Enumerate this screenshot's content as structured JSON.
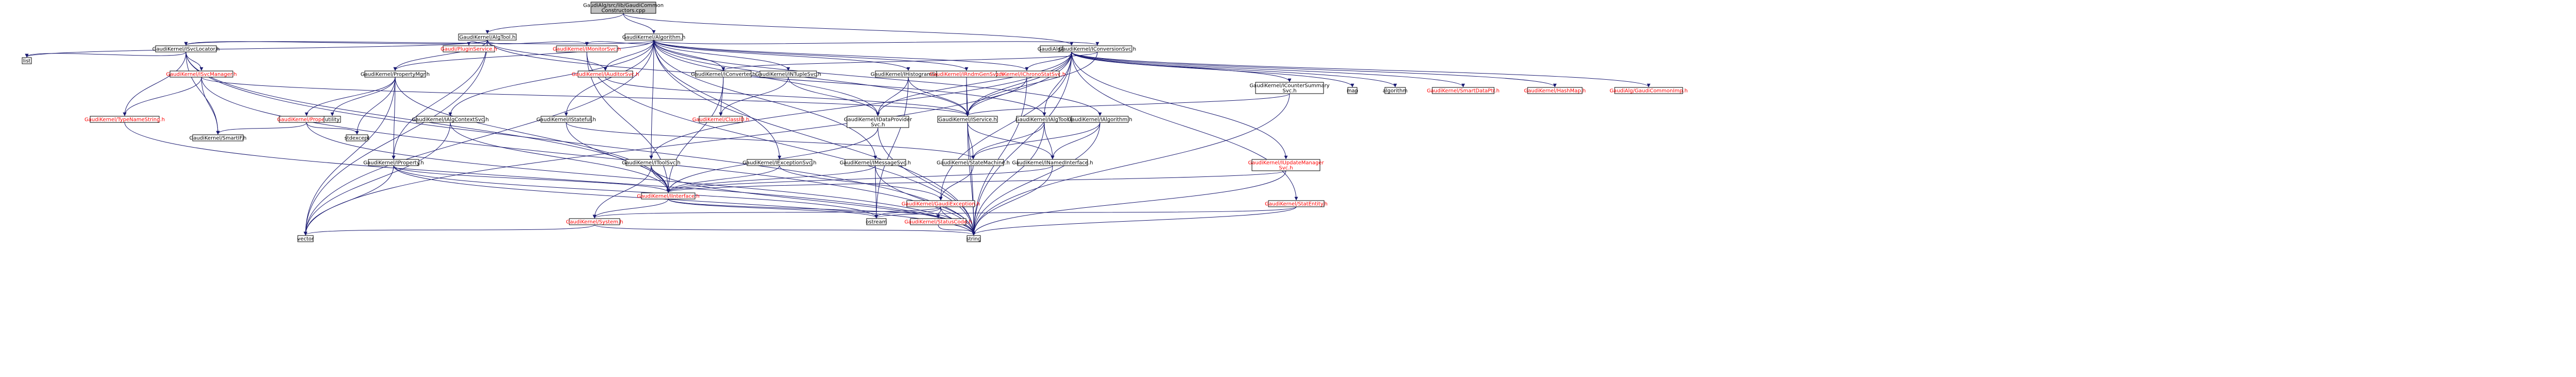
{
  "colors": {
    "root_fill": "#bfbfbf",
    "node_fill": "#ffffff",
    "node_border": "#000000",
    "edge": "#191970",
    "text_default": "#000000",
    "text_link": "#ff0000"
  },
  "diagram": {
    "type": "include-dependency-graph",
    "nodes": [
      {
        "id": "root",
        "lines": [
          "GaudiAlg/src/lib/GaudiCommon",
          "Constructors.cpp"
        ],
        "color": "root"
      },
      {
        "id": "algtool",
        "lines": [
          "GaudiKernel/AlgTool.h"
        ],
        "color": "default"
      },
      {
        "id": "algorithm",
        "lines": [
          "GaudiKernel/Algorithm.h"
        ],
        "color": "default"
      },
      {
        "id": "gaudicommon",
        "lines": [
          "GaudiAlg/GaudiCommon.h"
        ],
        "color": "default"
      },
      {
        "id": "isvclocator",
        "lines": [
          "GaudiKernel/ISvcLocator.h"
        ],
        "color": "default"
      },
      {
        "id": "ipluginservice",
        "lines": [
          "Gaudi/PluginService.h"
        ],
        "color": "link"
      },
      {
        "id": "imonitorsvc",
        "lines": [
          "GaudiKernel/IMonitorSvc.h"
        ],
        "color": "link"
      },
      {
        "id": "iconversionsvc",
        "lines": [
          "GaudiKernel/IConversionSvc.h"
        ],
        "color": "default"
      },
      {
        "id": "list",
        "lines": [
          "list"
        ],
        "color": "default"
      },
      {
        "id": "isvcmanager",
        "lines": [
          "GaudiKernel/ISvcManager.h"
        ],
        "color": "link"
      },
      {
        "id": "propertymgr",
        "lines": [
          "GaudiKernel/PropertyMgr.h"
        ],
        "color": "default"
      },
      {
        "id": "ihistosvc",
        "lines": [
          "GaudiKernel/IHistogramSvc.h"
        ],
        "color": "default"
      },
      {
        "id": "ichronostatsvc",
        "lines": [
          "GaudiKernel/IChronoStatSvc.h"
        ],
        "color": "link"
      },
      {
        "id": "inttuplesvc",
        "lines": [
          "GaudiKernel/INTupleSvc.h"
        ],
        "color": "default"
      },
      {
        "id": "iconverter",
        "lines": [
          "GaudiKernel/IConverter.h"
        ],
        "color": "default"
      },
      {
        "id": "iauditorsvc",
        "lines": [
          "GaudiKernel/IAuditorSvc.h"
        ],
        "color": "link"
      },
      {
        "id": "irndmgensvc",
        "lines": [
          "GaudiKernel/IRndmGenSvc.h"
        ],
        "color": "link"
      },
      {
        "id": "icountersummary",
        "lines": [
          "GaudiKernel/ICounterSummary",
          "Svc.h"
        ],
        "color": "default"
      },
      {
        "id": "map",
        "lines": [
          "map"
        ],
        "color": "default"
      },
      {
        "id": "stdalgorithm",
        "lines": [
          "algorithm"
        ],
        "color": "default"
      },
      {
        "id": "smartdataptr",
        "lines": [
          "GaudiKernel/SmartDataPtr.h"
        ],
        "color": "link"
      },
      {
        "id": "hashmap",
        "lines": [
          "GaudiKernel/HashMap.h"
        ],
        "color": "link"
      },
      {
        "id": "gaudicommonimp",
        "lines": [
          "GaudiAlg/GaudiCommonImp.h"
        ],
        "color": "link"
      },
      {
        "id": "typenamestring",
        "lines": [
          "GaudiKernel/TypeNameString.h"
        ],
        "color": "link"
      },
      {
        "id": "smartif",
        "lines": [
          "GaudiKernel/SmartIF.h"
        ],
        "color": "default"
      },
      {
        "id": "property_red",
        "lines": [
          "GaudiKernel/Property.h"
        ],
        "color": "link"
      },
      {
        "id": "utility",
        "lines": [
          "utility"
        ],
        "color": "default"
      },
      {
        "id": "stdexcept",
        "lines": [
          "stdexcept"
        ],
        "color": "default"
      },
      {
        "id": "ialgcontextsvc",
        "lines": [
          "GaudiKernel/IAlgContextSvc.h"
        ],
        "color": "default"
      },
      {
        "id": "ialgtool",
        "lines": [
          "GaudiKernel/IAlgTool.h"
        ],
        "color": "default"
      },
      {
        "id": "idataprovidersvc",
        "lines": [
          "GaudiKernel/IDataProvider",
          "Svc.h"
        ],
        "color": "default"
      },
      {
        "id": "iclassid",
        "lines": [
          "GaudiKernel/ClassID.h"
        ],
        "color": "link"
      },
      {
        "id": "istatefullpure",
        "lines": [
          "GaudiKernel/IStateful.h"
        ],
        "color": "default"
      },
      {
        "id": "iservice",
        "lines": [
          "GaudiKernel/IService.h"
        ],
        "color": "default"
      },
      {
        "id": "ialgorithm",
        "lines": [
          "GaudiKernel/IAlgorithm.h"
        ],
        "color": "default"
      },
      {
        "id": "iupdatemanager",
        "lines": [
          "GaudiKernel/IUpdateManager",
          "Svc.h"
        ],
        "color": "link"
      },
      {
        "id": "property",
        "lines": [
          "GaudiKernel/IProperty.h"
        ],
        "color": "default"
      },
      {
        "id": "itoolsvc",
        "lines": [
          "GaudiKernel/IToolSvc.h"
        ],
        "color": "default"
      },
      {
        "id": "iexceptionsvc",
        "lines": [
          "GaudiKernel/IExceptionSvc.h"
        ],
        "color": "default"
      },
      {
        "id": "imessagesvc",
        "lines": [
          "GaudiKernel/IMessageSvc.h"
        ],
        "color": "default"
      },
      {
        "id": "istatemachine",
        "lines": [
          "GaudiKernel/StateMachine.h"
        ],
        "color": "default"
      },
      {
        "id": "inamedinterface",
        "lines": [
          "GaudiKernel/INamedInterface.h"
        ],
        "color": "default"
      },
      {
        "id": "statentity",
        "lines": [
          "GaudiKernel/StatEntity.h"
        ],
        "color": "link"
      },
      {
        "id": "iinterface",
        "lines": [
          "GaudiKernel/IInterface.h"
        ],
        "color": "link"
      },
      {
        "id": "gaudiexception",
        "lines": [
          "GaudiKernel/GaudiException.h"
        ],
        "color": "link"
      },
      {
        "id": "system",
        "lines": [
          "GaudiKernel/System.h"
        ],
        "color": "link"
      },
      {
        "id": "ostream",
        "lines": [
          "ostream"
        ],
        "color": "default"
      },
      {
        "id": "statuscode",
        "lines": [
          "GaudiKernel/StatusCode.h"
        ],
        "color": "link"
      },
      {
        "id": "vector",
        "lines": [
          "vector"
        ],
        "color": "default"
      },
      {
        "id": "string",
        "lines": [
          "string"
        ],
        "color": "default"
      }
    ]
  }
}
